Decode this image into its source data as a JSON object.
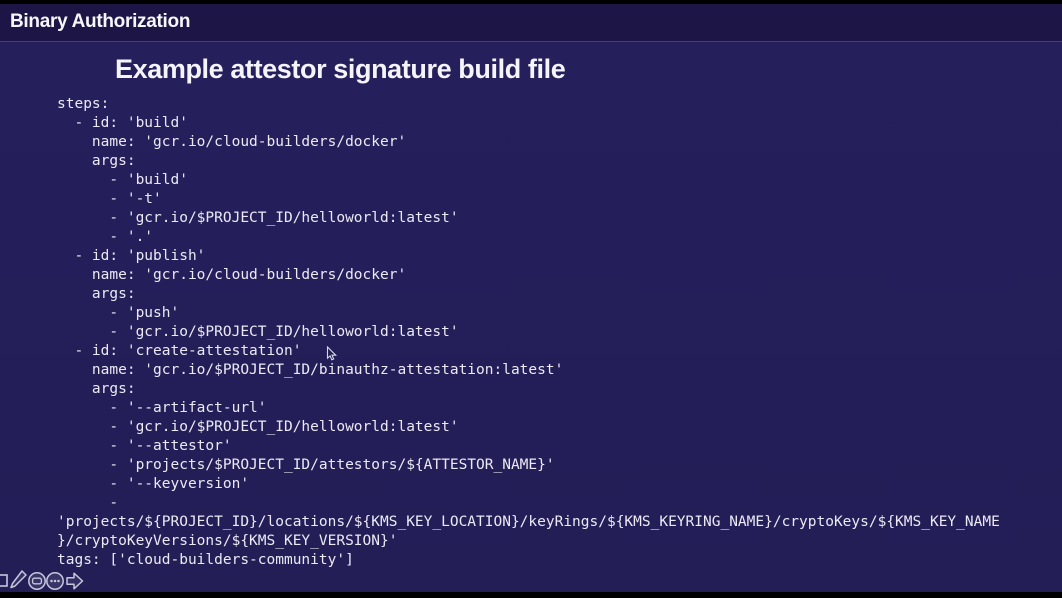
{
  "header": {
    "title": "Binary Authorization"
  },
  "slide": {
    "title": "Example attestor signature build file"
  },
  "code": {
    "language": "yaml",
    "lines": [
      "steps:",
      "  - id: 'build'",
      "    name: 'gcr.io/cloud-builders/docker'",
      "    args:",
      "      - 'build'",
      "      - '-t'",
      "      - 'gcr.io/$PROJECT_ID/helloworld:latest'",
      "      - '.'",
      "  - id: 'publish'",
      "    name: 'gcr.io/cloud-builders/docker'",
      "    args:",
      "      - 'push'",
      "      - 'gcr.io/$PROJECT_ID/helloworld:latest'",
      "  - id: 'create-attestation'",
      "    name: 'gcr.io/$PROJECT_ID/binauthz-attestation:latest'",
      "    args:",
      "      - '--artifact-url'",
      "      - 'gcr.io/$PROJECT_ID/helloworld:latest'",
      "      - '--attestor'",
      "      - 'projects/$PROJECT_ID/attestors/${ATTESTOR_NAME}'",
      "      - '--keyversion'",
      "      -",
      "'projects/${PROJECT_ID}/locations/${KMS_KEY_LOCATION}/keyRings/${KMS_KEYRING_NAME}/cryptoKeys/${KMS_KEY_NAME",
      "}/cryptoKeyVersions/${KMS_KEY_VERSION}'",
      "tags: ['cloud-builders-community']"
    ]
  },
  "toolbar": {
    "icons": [
      "shape-icon",
      "pencil-icon",
      "screen-icon",
      "more-icon",
      "arrow-icon"
    ]
  },
  "colors": {
    "background": "#241f58",
    "header_background": "#1d1545",
    "letterbox_bars": "#000000",
    "divider": "#45416f",
    "title_text": "#f5f4fa",
    "code_text": "#ebeaf4",
    "toolbar_stroke": "#c7c6dc"
  }
}
